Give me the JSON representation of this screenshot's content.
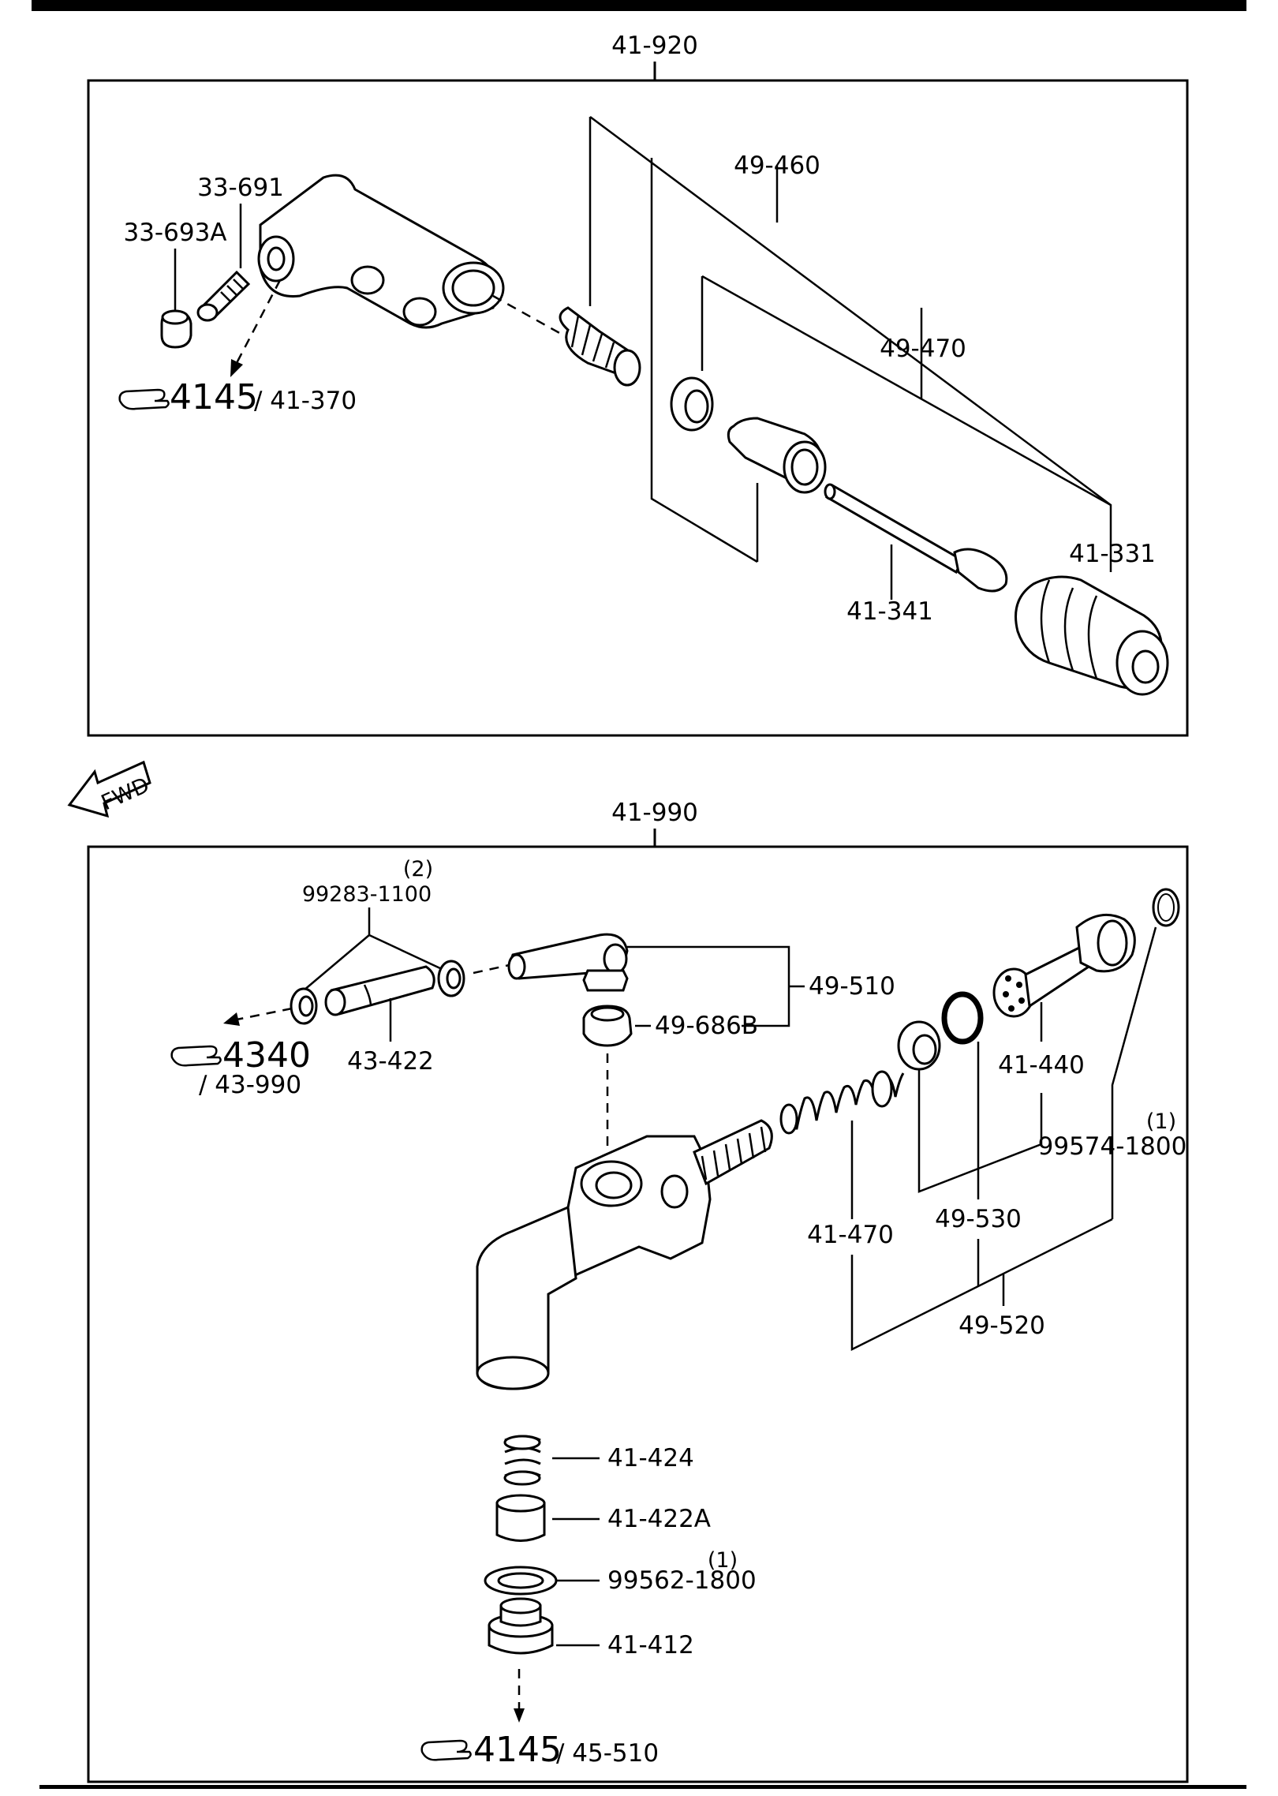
{
  "top_group": {
    "assembly": "41-920",
    "labels": {
      "p33_691": "33-691",
      "p33_693a": "33-693A",
      "p49_460": "49-460",
      "p49_470": "49-470",
      "p41_331": "41-331",
      "p41_341": "41-341"
    },
    "ref_main": "4145",
    "ref_sub": "/ 41-370"
  },
  "fwd_label": "FWD",
  "bottom_group": {
    "assembly": "41-990",
    "labels": {
      "p99283_qty": "(2)",
      "p99283": "99283-1100",
      "p43_422": "43-422",
      "p49_510": "49-510",
      "p49_686b": "49-686B",
      "p41_440": "41-440",
      "p99574_qty": "(1)",
      "p99574": "99574-1800",
      "p49_530": "49-530",
      "p41_470": "41-470",
      "p49_520": "49-520",
      "p41_424": "41-424",
      "p41_422a": "41-422A",
      "p99562_qty": "(1)",
      "p99562": "99562-1800",
      "p41_412": "41-412"
    },
    "ref1_main": "4340",
    "ref1_sub": "/ 43-990",
    "ref2_main": "4145",
    "ref2_sub": "/ 45-510"
  }
}
